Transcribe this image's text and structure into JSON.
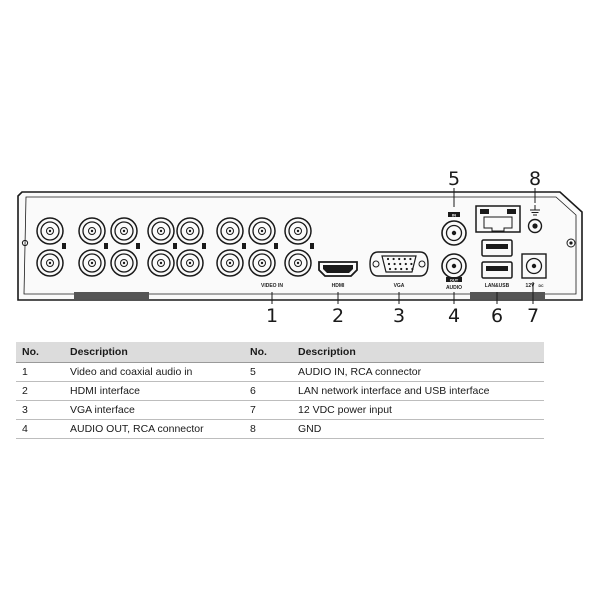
{
  "port_labels": {
    "video_in": "VIDEO IN",
    "hdmi": "HDMI",
    "vga": "VGA",
    "audio": "AUDIO",
    "in": "IN",
    "out": "OUT",
    "lan_usb": "LAN&USB",
    "power": "12V",
    "power_sub": "DC"
  },
  "callouts": [
    "1",
    "2",
    "3",
    "4",
    "5",
    "6",
    "7",
    "8"
  ],
  "table": {
    "headers": [
      "No.",
      "Description",
      "No.",
      "Description"
    ],
    "rows": [
      [
        "1",
        "Video and coaxial audio in",
        "5",
        "AUDIO IN, RCA connector"
      ],
      [
        "2",
        "HDMI interface",
        "6",
        "LAN network interface and USB interface"
      ],
      [
        "3",
        "VGA interface",
        "7",
        "12 VDC power input"
      ],
      [
        "4",
        "AUDIO OUT, RCA connector",
        "8",
        "GND"
      ]
    ]
  }
}
